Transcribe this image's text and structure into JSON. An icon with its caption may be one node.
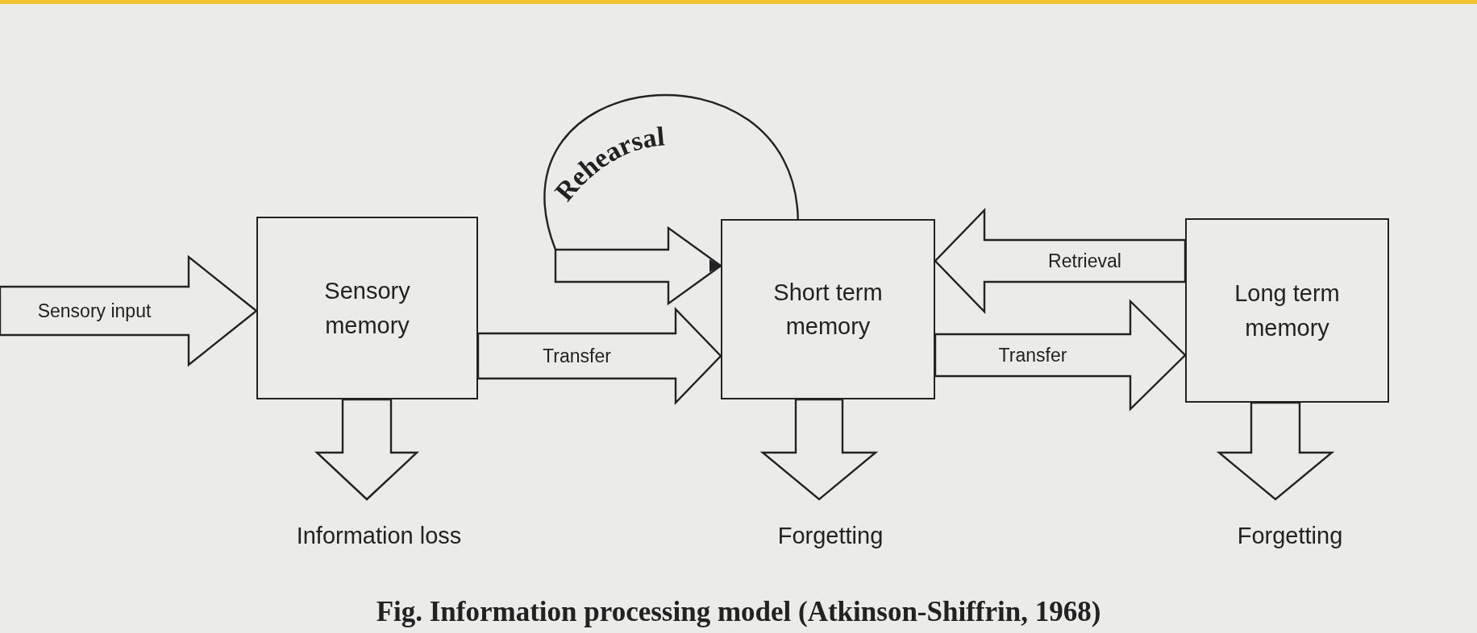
{
  "diagram": {
    "caption": "Fig. Information processing model (Atkinson-Shiffrin, 1968)",
    "nodes": [
      {
        "text": [
          "Sensory memory"
        ]
      },
      {
        "text": [
          "Short term memory"
        ]
      },
      {
        "text": [
          "Long term memory"
        ]
      },
      {
        "text": [
          "Information loss"
        ]
      },
      {
        "text": [
          "Forgetting"
        ]
      },
      {
        "text": [
          "Forgetting"
        ]
      }
    ],
    "edges": [
      {
        "from": null,
        "to": 0,
        "arrow": "to",
        "label": "Sensory input"
      },
      {
        "from": 0,
        "to": 1,
        "arrow": "to",
        "label": "Transfer"
      },
      {
        "from": 1,
        "to": 1,
        "arrow": "to",
        "label": "Rehearsal"
      },
      {
        "from": 2,
        "to": 1,
        "arrow": "to",
        "label": "Retrieval"
      },
      {
        "from": 1,
        "to": 2,
        "arrow": "to",
        "label": "Transfer"
      },
      {
        "from": 0,
        "to": 3,
        "arrow": "to"
      },
      {
        "from": 1,
        "to": 4,
        "arrow": "to"
      },
      {
        "from": 2,
        "to": 5,
        "arrow": "to"
      }
    ]
  }
}
